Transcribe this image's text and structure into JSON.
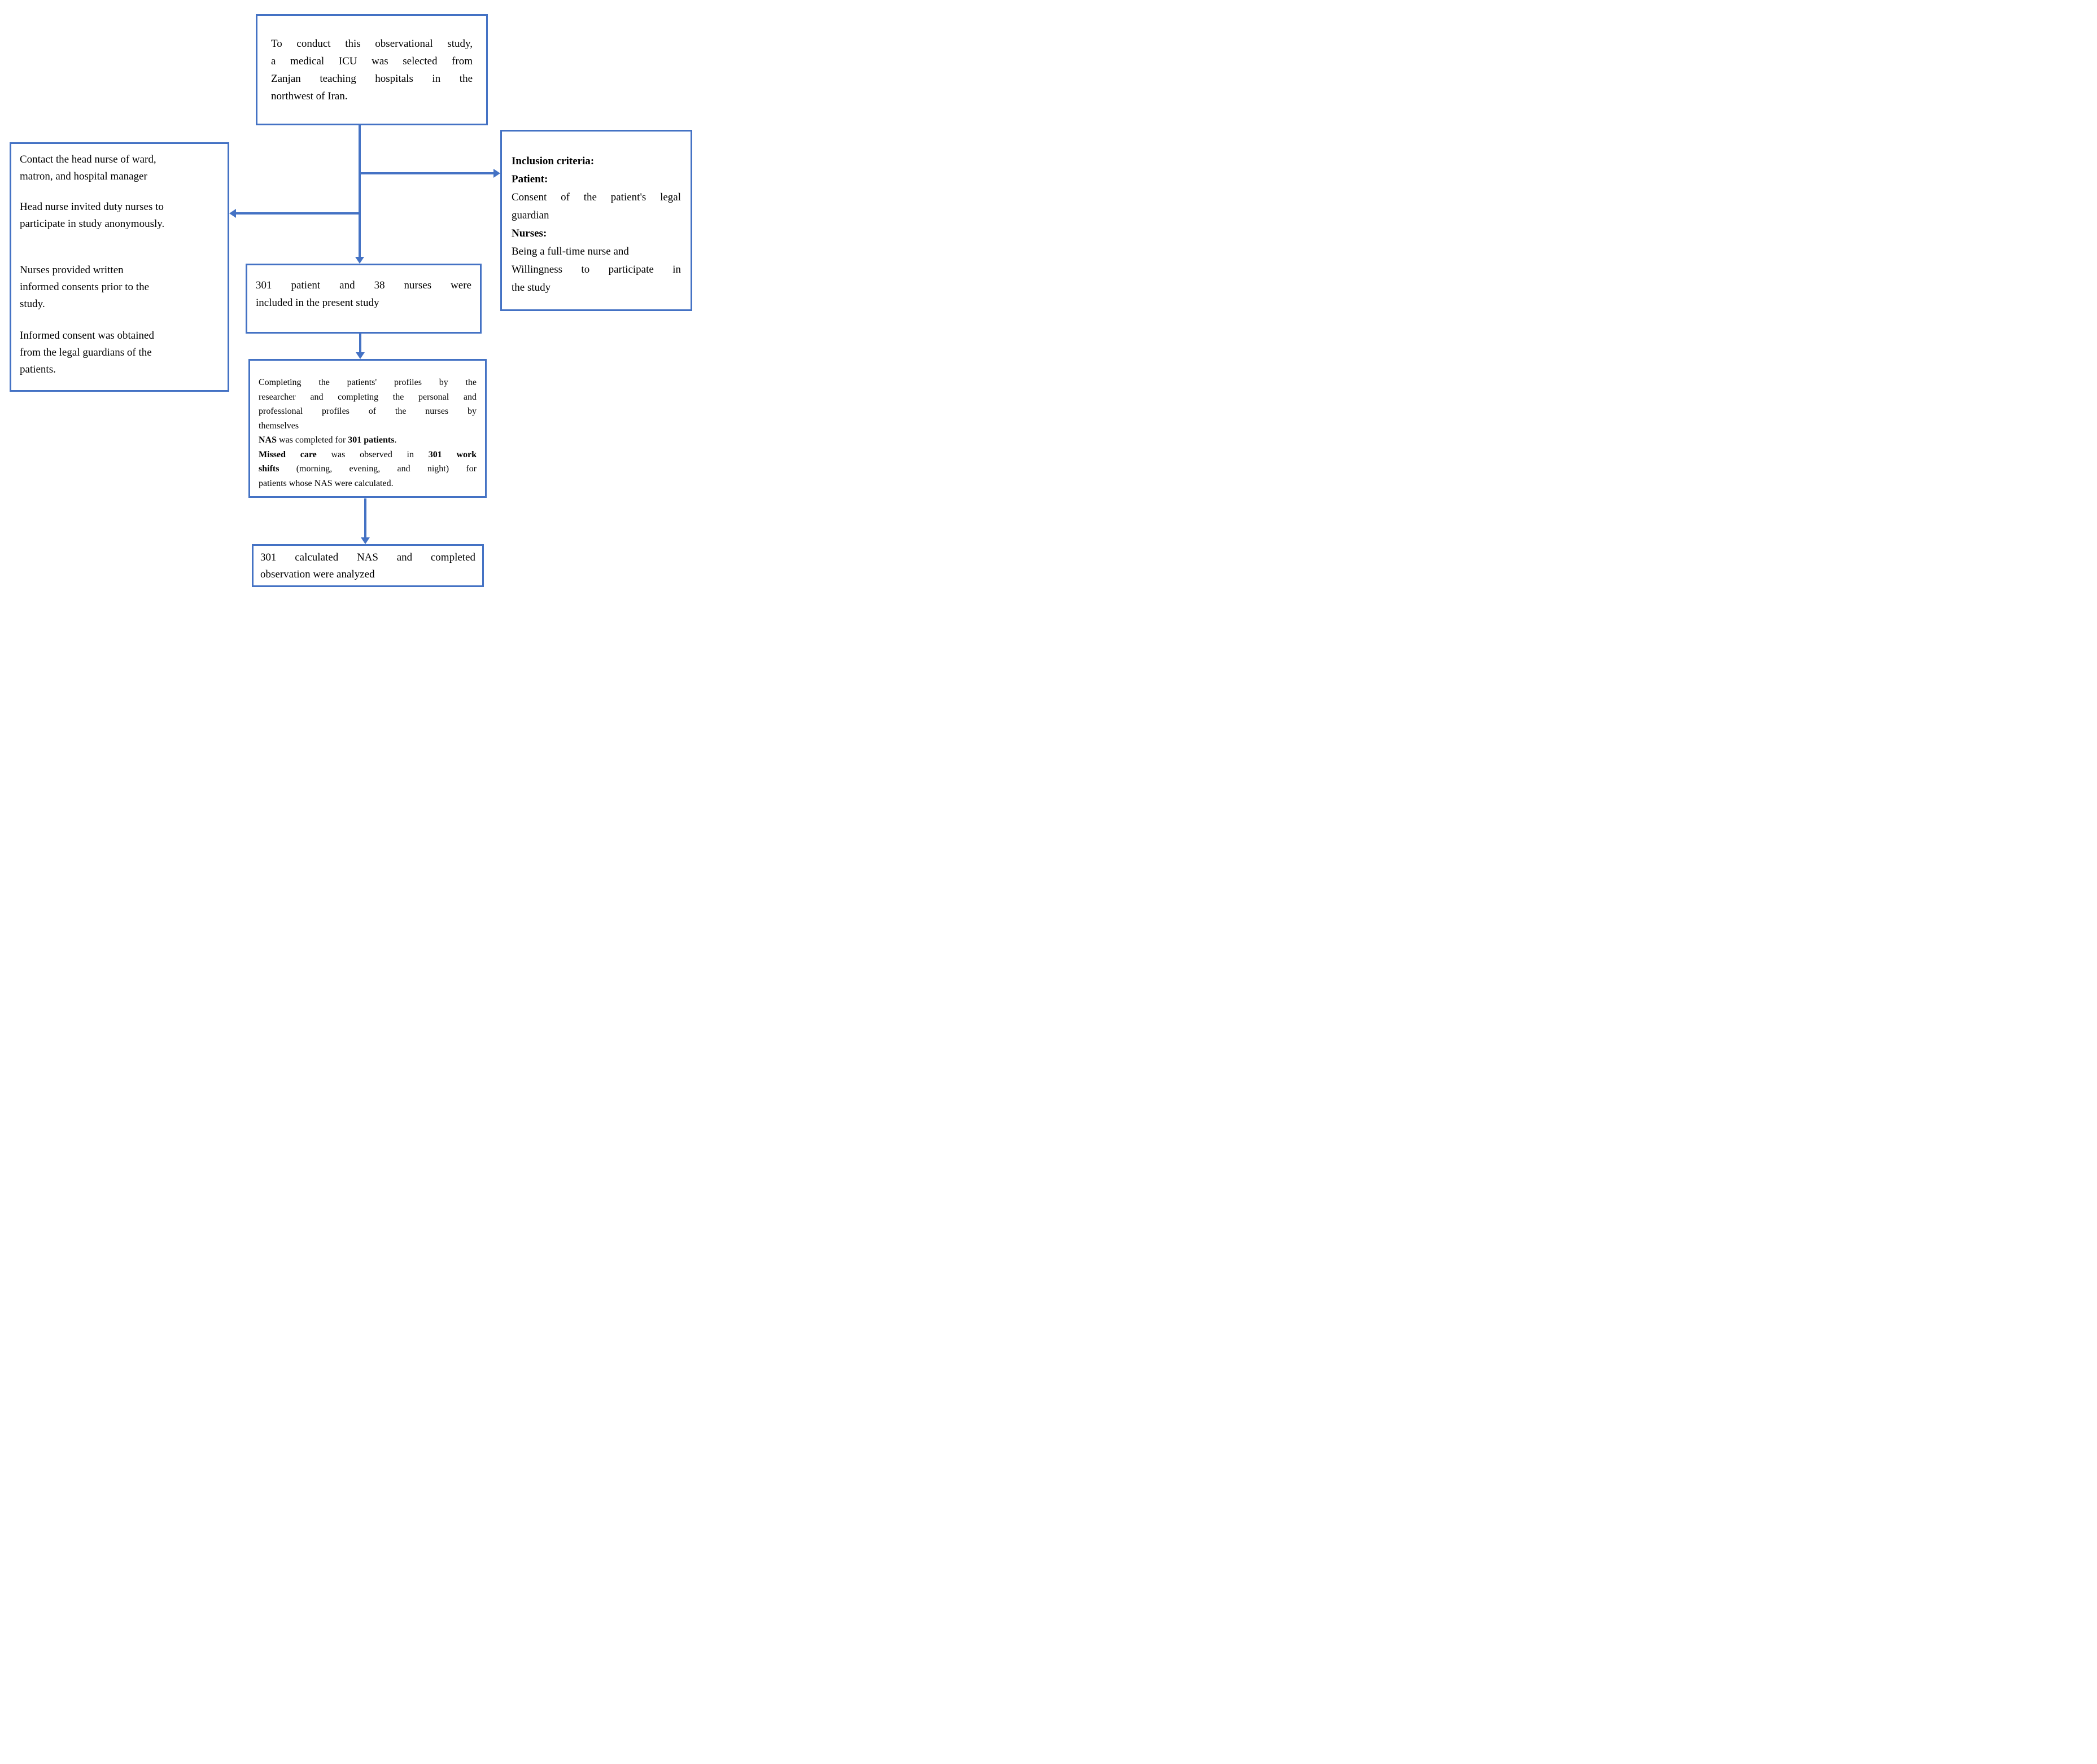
{
  "accent_color": "#4472C4",
  "boxes": {
    "top": {
      "lines": [
        "To conduct this observational study,",
        "a medical ICU was selected from",
        "Zanjan teaching hospitals in the",
        "northwest of Iran."
      ]
    },
    "left": {
      "paragraphs": [
        [
          "Contact the head nurse of ward,",
          "matron, and hospital manager"
        ],
        [
          "Head nurse invited duty nurses to",
          "participate in study anonymously."
        ],
        [
          "Nurses provided written",
          "informed consents prior to the",
          "study."
        ],
        [
          "Informed consent was obtained",
          "from the legal guardians of the",
          "patients."
        ]
      ]
    },
    "right": {
      "lines": [
        "Inclusion criteria:",
        "Patient:",
        "Consent of the patient's legal",
        "guardian",
        "Nurses:",
        "Being a full-time nurse and",
        "Willingness to participate in",
        "the study"
      ]
    },
    "middle": {
      "lines": [
        "301 patient and 38 nurses were",
        "included in the present study"
      ]
    },
    "process": {
      "lines": [
        {
          "parts": [
            {
              "t": "Completing the patients' profiles by the"
            }
          ]
        },
        {
          "parts": [
            {
              "t": "researcher and completing the personal and"
            }
          ]
        },
        {
          "parts": [
            {
              "t": "professional profiles of the nurses by"
            }
          ]
        },
        {
          "parts": [
            {
              "t": "themselves"
            }
          ]
        },
        {
          "parts": [
            {
              "t": "NAS"
            },
            {
              "t": " was completed for "
            },
            {
              "t": "301 patients"
            },
            {
              "t": "."
            }
          ]
        },
        {
          "parts": [
            {
              "t": "Missed care"
            },
            {
              "t": " was observed in "
            },
            {
              "t": "301 work"
            }
          ]
        },
        {
          "parts": [
            {
              "t": "shifts"
            },
            {
              "t": " (morning, evening, and night) for"
            }
          ]
        },
        {
          "parts": [
            {
              "t": "patients whose NAS were calculated."
            }
          ]
        }
      ]
    },
    "bottom": {
      "lines": [
        "301 calculated NAS and completed",
        "observation were analyzed"
      ]
    }
  }
}
